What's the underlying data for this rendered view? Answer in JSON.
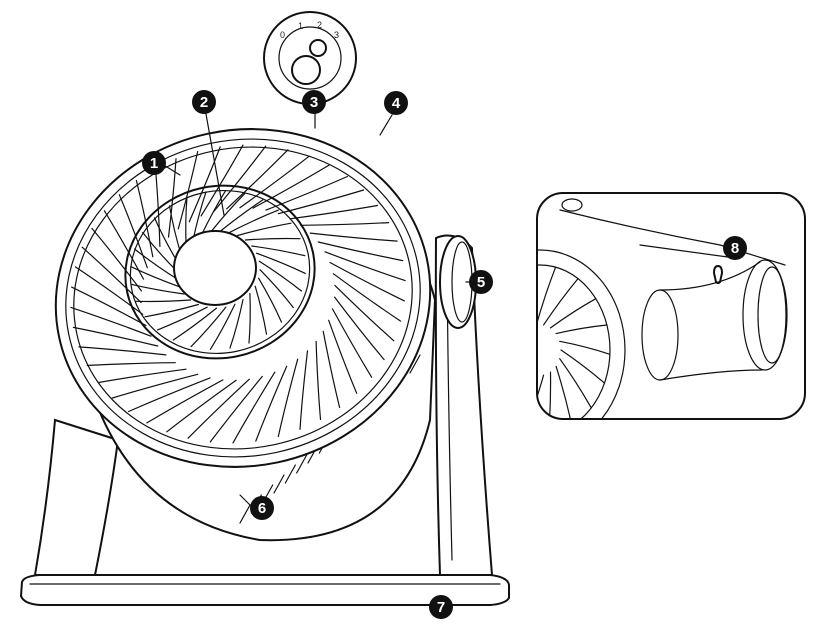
{
  "dial": {
    "labels": [
      "0",
      "1",
      "2",
      "3"
    ]
  },
  "callouts": [
    {
      "id": "callout-1",
      "number": "1"
    },
    {
      "id": "callout-2",
      "number": "2"
    },
    {
      "id": "callout-3",
      "number": "3"
    },
    {
      "id": "callout-4",
      "number": "4"
    },
    {
      "id": "callout-5",
      "number": "5"
    },
    {
      "id": "callout-6",
      "number": "6"
    },
    {
      "id": "callout-7",
      "number": "7"
    },
    {
      "id": "callout-8",
      "number": "8"
    }
  ],
  "colors": {
    "line": "#111111",
    "background": "#ffffff",
    "callout_fill": "#111111",
    "callout_text": "#ffffff"
  }
}
